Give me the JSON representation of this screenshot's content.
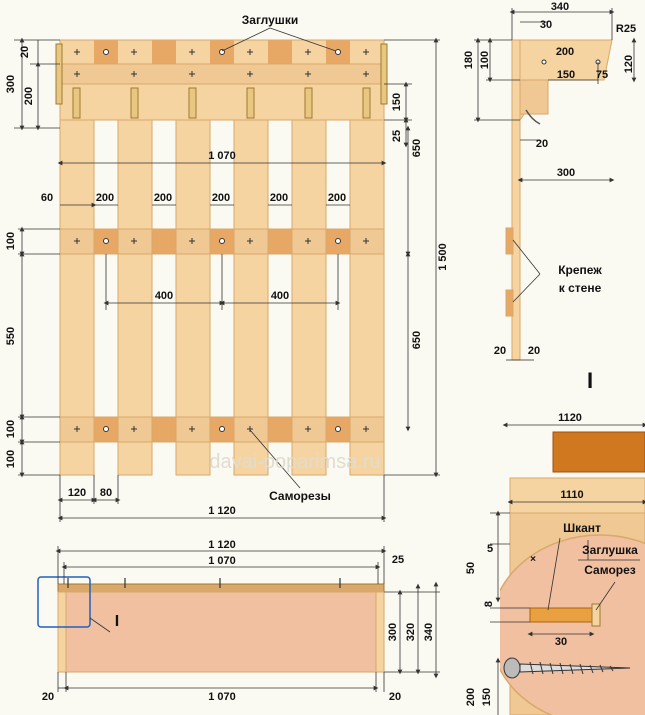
{
  "colors": {
    "background": "#fbfaf2",
    "wood": "#f5d4a2",
    "wood_edge": "#d9a86a",
    "wood_dark": "#e8a865",
    "wood_brown": "#d07820",
    "steel": "#9a9a9a",
    "dim_line": "#333333"
  },
  "labels": {
    "plugs": "Заглушки",
    "screws": "Саморезы",
    "wall_mount_1": "Крепеж",
    "wall_mount_2": "к стене",
    "dowel": "Шкант",
    "plug": "Заглушка",
    "screw": "Саморез",
    "detail_mark_large": "I",
    "detail_mark_small": "I",
    "watermark": "davai-poparimsa.ru"
  },
  "dimensions": {
    "front": {
      "d20_top": "20",
      "d300": "300",
      "d200_left": "200",
      "d150": "150",
      "d25": "25",
      "d1070_top": "1 070",
      "d650_top": "650",
      "d60": "60",
      "d200_a": "200",
      "d200_b": "200",
      "d200_c": "200",
      "d200_d": "200",
      "d200_e": "200",
      "d100_upper": "100",
      "d400_a": "400",
      "d400_b": "400",
      "d1500": "1 500",
      "d550": "550",
      "d650_bottom": "650",
      "d100_lower_a": "100",
      "d100_lower_b": "100",
      "d120": "120",
      "d80": "80",
      "d1120": "1 120"
    },
    "side": {
      "d340": "340",
      "d30": "30",
      "r25": "R25",
      "d200": "200",
      "d180": "180",
      "d100": "100",
      "d150": "150",
      "d75": "75",
      "d120": "120",
      "d20": "20",
      "d300": "300",
      "d20_left": "20",
      "d20_right": "20"
    },
    "top_view": {
      "d1120": "1 120",
      "d1070": "1 070",
      "d25": "25",
      "d300": "300",
      "d320": "320",
      "d340": "340",
      "d20": "20",
      "d1070_bottom": "1 070",
      "d20_right": "20"
    },
    "detail": {
      "d1120": "1120",
      "d1110": "1110",
      "d5": "5",
      "d50": "50",
      "d8": "8",
      "d30": "30",
      "d200": "200",
      "d150": "150"
    }
  }
}
